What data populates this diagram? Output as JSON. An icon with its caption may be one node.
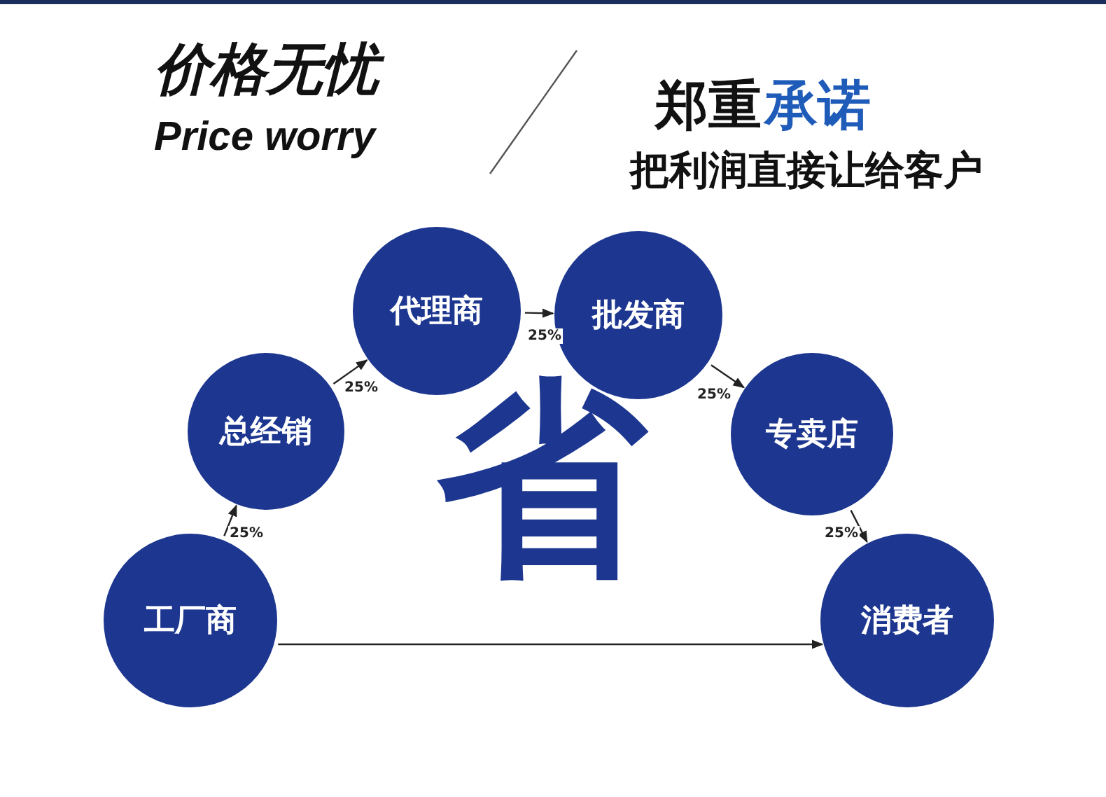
{
  "diagram": {
    "nodes": [
      {
        "text": [
          "工厂商"
        ]
      },
      {
        "text": [
          "总经销"
        ]
      },
      {
        "text": [
          "代理商"
        ]
      },
      {
        "text": [
          "批发商"
        ]
      },
      {
        "text": [
          "专卖店"
        ]
      },
      {
        "text": [
          "消费者"
        ]
      }
    ],
    "edges": [
      {
        "from": 0,
        "to": 1,
        "arrow": "to",
        "label": "25%"
      },
      {
        "from": 1,
        "to": 2,
        "arrow": "to",
        "label": "25%"
      },
      {
        "from": 2,
        "to": 3,
        "arrow": "to",
        "label": "25%"
      },
      {
        "from": 3,
        "to": 4,
        "arrow": "to",
        "label": "25%"
      },
      {
        "from": 4,
        "to": 5,
        "arrow": "to",
        "label": "25%"
      },
      {
        "from": 0,
        "to": 5,
        "arrow": "to"
      }
    ],
    "labels": [
      "价格无忧",
      "Price worry",
      "郑重",
      "承诺",
      "把利润直接让给客户",
      "省"
    ]
  }
}
